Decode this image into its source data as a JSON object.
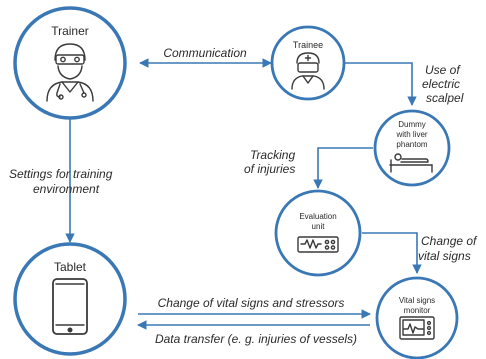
{
  "nodes": {
    "trainer": {
      "label": "Trainer"
    },
    "trainee": {
      "label": "Trainee"
    },
    "dummy": {
      "label_lines": [
        "Dummy",
        "with liver",
        "phantom"
      ]
    },
    "evaluation": {
      "label_lines": [
        "Evaluation",
        "unit"
      ]
    },
    "tablet": {
      "label": "Tablet"
    },
    "vitals": {
      "label_lines": [
        "Vital signs",
        "monitor"
      ]
    }
  },
  "edges": {
    "communication": "Communication",
    "electric_scalpel": [
      "Use of",
      "electric",
      "scalpel"
    ],
    "tracking": [
      "Tracking",
      "of injuries"
    ],
    "settings": [
      "Settings for training",
      "environment"
    ],
    "change_vitals_right": [
      "Change of",
      "vital signs"
    ],
    "change_vitals_stressors": "Change of vital signs and stressors",
    "data_transfer": "Data transfer (e. g. injuries of vessels)"
  },
  "colors": {
    "accent": "#3a78b5",
    "icon": "#3a3a3a",
    "text": "#2a2a2a"
  }
}
